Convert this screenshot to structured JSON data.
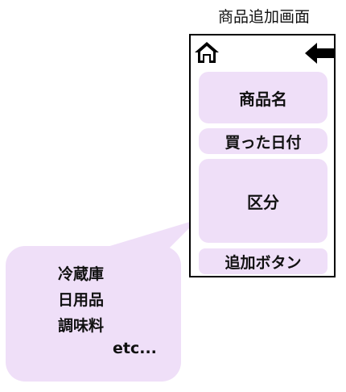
{
  "page": {
    "title": "商品追加画面"
  },
  "header": {
    "home_icon": "home-icon",
    "back_icon": "back-arrow-icon"
  },
  "form": {
    "product_name": "商品名",
    "purchase_date": "買った日付",
    "category": "区分",
    "add_button": "追加ボタン"
  },
  "category_callout": {
    "options": [
      "冷蔵庫",
      "日用品",
      "調味料",
      "etc..."
    ]
  },
  "colors": {
    "field_bg": "#efdff8",
    "frame": "#000000"
  }
}
